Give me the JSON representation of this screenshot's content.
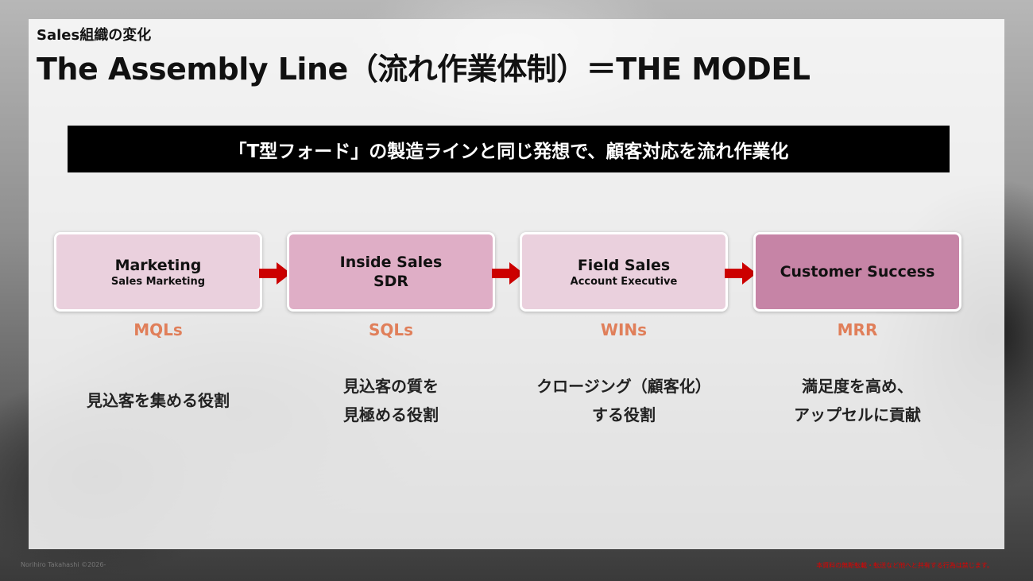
{
  "slide": {
    "subtitle": "Sales組織の変化",
    "title": "The Assembly Line（流れ作業体制）＝THE MODEL",
    "banner": "「T型フォード」の製造ラインと同じ発想で、顧客対応を流れ作業化"
  },
  "stages": [
    {
      "name": "Marketing",
      "sub": "Sales Marketing",
      "metric": "MQLs",
      "desc": [
        "見込客を集める役割"
      ],
      "color": "#ead0dd"
    },
    {
      "name": "Inside Sales",
      "sub": "SDR",
      "metric": "SQLs",
      "desc": [
        "見込客の質を",
        "見極める役割"
      ],
      "color": "#dfaec6"
    },
    {
      "name": "Field Sales",
      "sub": "Account Executive",
      "metric": "WINs",
      "desc": [
        "クロージング（顧客化）",
        "する役割"
      ],
      "color": "#ead0dd"
    },
    {
      "name": "Customer Success",
      "sub": "",
      "metric": "MRR",
      "desc": [
        "満足度を高め、",
        "アップセルに貢献"
      ],
      "color": "#c684a6"
    }
  ],
  "colors": {
    "arrow": "#cc0000",
    "metric": "#e07f5a",
    "banner_bg": "#000000"
  },
  "footer": {
    "left": "Norihiro Takahashi ©2026-",
    "right": "本資料の無断転載・転送など他へと共有する行為は禁じます。"
  }
}
